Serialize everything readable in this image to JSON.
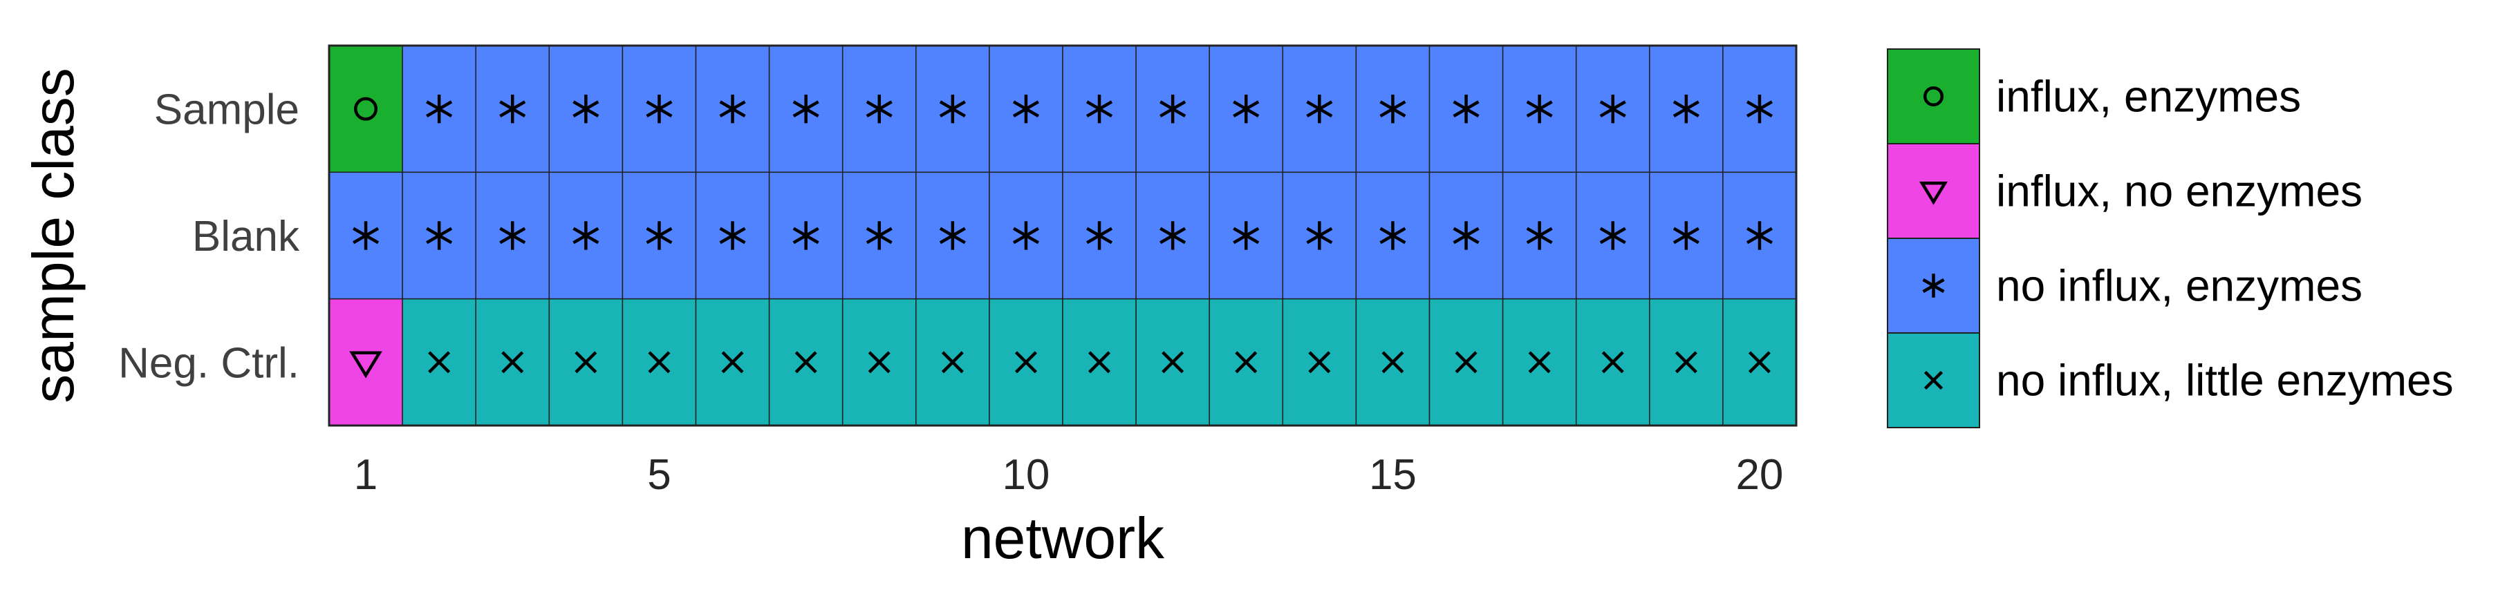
{
  "chart_data": {
    "type": "heatmap",
    "xlabel": "network",
    "ylabel": "sample class",
    "rows": [
      "Sample",
      "Blank",
      "Neg. Ctrl."
    ],
    "x_ticks": [
      1,
      5,
      10,
      15,
      20
    ],
    "networks": [
      1,
      2,
      3,
      4,
      5,
      6,
      7,
      8,
      9,
      10,
      11,
      12,
      13,
      14,
      15,
      16,
      17,
      18,
      19,
      20
    ],
    "categories": [
      {
        "key": "ie",
        "label": "influx, enzymes",
        "color": "#1aaf2e",
        "marker": "circle"
      },
      {
        "key": "in",
        "label": "influx, no enzymes",
        "color": "#ef45e4",
        "marker": "triangle-down"
      },
      {
        "key": "ne",
        "label": "no influx, enzymes",
        "color": "#5283ff",
        "marker": "asterisk"
      },
      {
        "key": "nl",
        "label": "no influx, little enzymes",
        "color": "#19b4b6",
        "marker": "x"
      }
    ],
    "cells": [
      [
        "ie",
        "ne",
        "ne",
        "ne",
        "ne",
        "ne",
        "ne",
        "ne",
        "ne",
        "ne",
        "ne",
        "ne",
        "ne",
        "ne",
        "ne",
        "ne",
        "ne",
        "ne",
        "ne",
        "ne"
      ],
      [
        "ne",
        "ne",
        "ne",
        "ne",
        "ne",
        "ne",
        "ne",
        "ne",
        "ne",
        "ne",
        "ne",
        "ne",
        "ne",
        "ne",
        "ne",
        "ne",
        "ne",
        "ne",
        "ne",
        "ne"
      ],
      [
        "in",
        "nl",
        "nl",
        "nl",
        "nl",
        "nl",
        "nl",
        "nl",
        "nl",
        "nl",
        "nl",
        "nl",
        "nl",
        "nl",
        "nl",
        "nl",
        "nl",
        "nl",
        "nl",
        "nl"
      ]
    ],
    "grid": true,
    "legend_position": "right"
  }
}
